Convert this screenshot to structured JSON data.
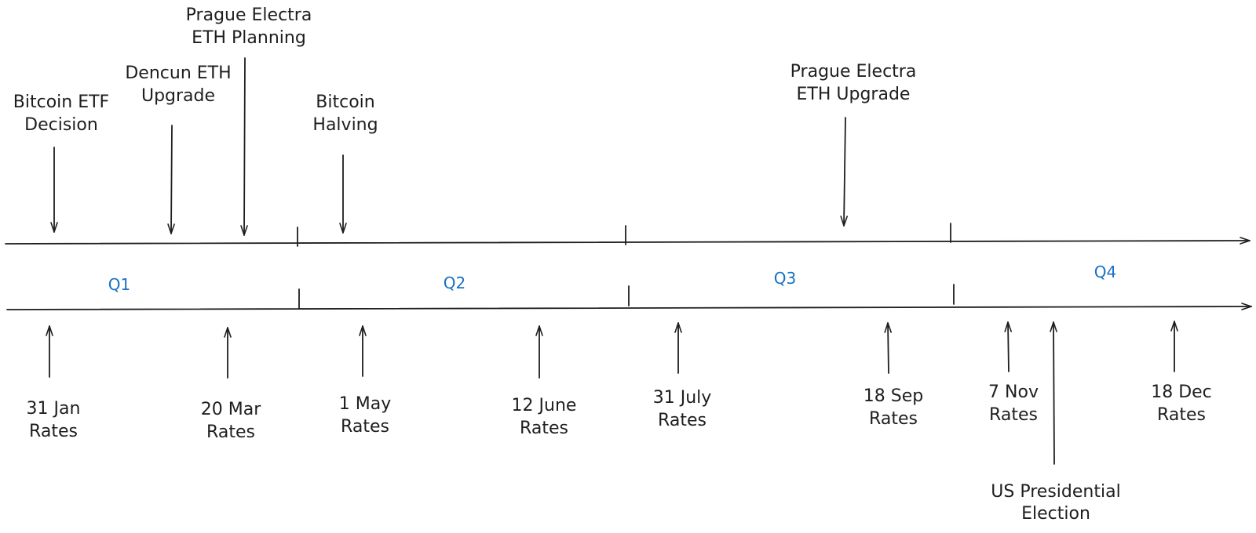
{
  "quarters": [
    {
      "id": "q1",
      "label": "Q1"
    },
    {
      "id": "q2",
      "label": "Q2"
    },
    {
      "id": "q3",
      "label": "Q3"
    },
    {
      "id": "q4",
      "label": "Q4"
    }
  ],
  "crypto_events": [
    {
      "id": "bitcoin-etf-decision",
      "line1": "Bitcoin ETF",
      "line2": "Decision"
    },
    {
      "id": "dencun-eth-upgrade",
      "line1": "Dencun ETH",
      "line2": "Upgrade"
    },
    {
      "id": "prague-electra-eth-planning",
      "line1": "Prague Electra",
      "line2": "ETH Planning"
    },
    {
      "id": "bitcoin-halving",
      "line1": "Bitcoin",
      "line2": "Halving"
    },
    {
      "id": "prague-electra-eth-upgrade",
      "line1": "Prague Electra",
      "line2": "ETH Upgrade"
    }
  ],
  "rate_events": [
    {
      "id": "31-jan",
      "line1": "31 Jan",
      "line2": "Rates"
    },
    {
      "id": "20-mar",
      "line1": "20 Mar",
      "line2": "Rates"
    },
    {
      "id": "1-may",
      "line1": "1 May",
      "line2": "Rates"
    },
    {
      "id": "12-june",
      "line1": "12 June",
      "line2": "Rates"
    },
    {
      "id": "31-july",
      "line1": "31 July",
      "line2": "Rates"
    },
    {
      "id": "18-sep",
      "line1": "18 Sep",
      "line2": "Rates"
    },
    {
      "id": "7-nov",
      "line1": "7 Nov",
      "line2": "Rates"
    },
    {
      "id": "18-dec",
      "line1": "18 Dec",
      "line2": "Rates"
    }
  ],
  "political_events": [
    {
      "id": "us-presidential-election",
      "line1": "US Presidential",
      "line2": "Election"
    }
  ],
  "colors": {
    "ink": "#1e1e1e",
    "quarter_label": "#1971c2"
  }
}
